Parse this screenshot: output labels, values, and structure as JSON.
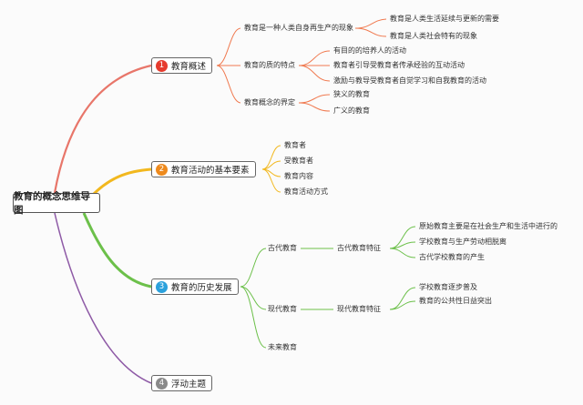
{
  "root": {
    "label": "教育的概念思维导图"
  },
  "colors": {
    "b1": "#e8766a",
    "b2": "#f2b81e",
    "b3": "#6cc04a",
    "b4": "#8e5aa6",
    "n1": "#e63b2e",
    "n2": "#ee8a1d",
    "n3": "#2ba1dc",
    "n4": "#8a8a8a",
    "leaf_line": "#f07a50",
    "leaf_line2": "#f2b81e",
    "leaf_line3": "#6cc04a"
  },
  "branches": [
    {
      "num": "1",
      "label": "教育概述"
    },
    {
      "num": "2",
      "label": "教育活动的基本要素"
    },
    {
      "num": "3",
      "label": "教育的历史发展"
    },
    {
      "num": "4",
      "label": "浮动主题"
    }
  ],
  "b1": {
    "sub1": "教育是一种人类自身再生产的现象",
    "sub1_items": [
      "教育是人类生活延续与更新的需要",
      "教育是人类社会特有的现象"
    ],
    "sub2": "教育的质的特点",
    "sub2_items": [
      "有目的的培养人的活动",
      "教育者引导受教育者传承经验的互动活动",
      "激励与教导受教育者自觉学习和自我教育的活动"
    ],
    "sub3": "教育概念的界定",
    "sub3_items": [
      "狭义的教育",
      "广义的教育"
    ]
  },
  "b2": {
    "items": [
      "教育者",
      "受教育者",
      "教育内容",
      "教育活动方式"
    ]
  },
  "b3": {
    "ancient": "古代教育",
    "ancient_feature": "古代教育特征",
    "ancient_items": [
      "原始教育主要是在社会生产和生活中进行的",
      "学校教育与生产劳动相脱离",
      "古代学校教育的产生"
    ],
    "modern": "现代教育",
    "modern_feature": "现代教育特征",
    "modern_items": [
      "学校教育逐步普及",
      "教育的公共性日益突出"
    ],
    "future": "未来教育"
  }
}
